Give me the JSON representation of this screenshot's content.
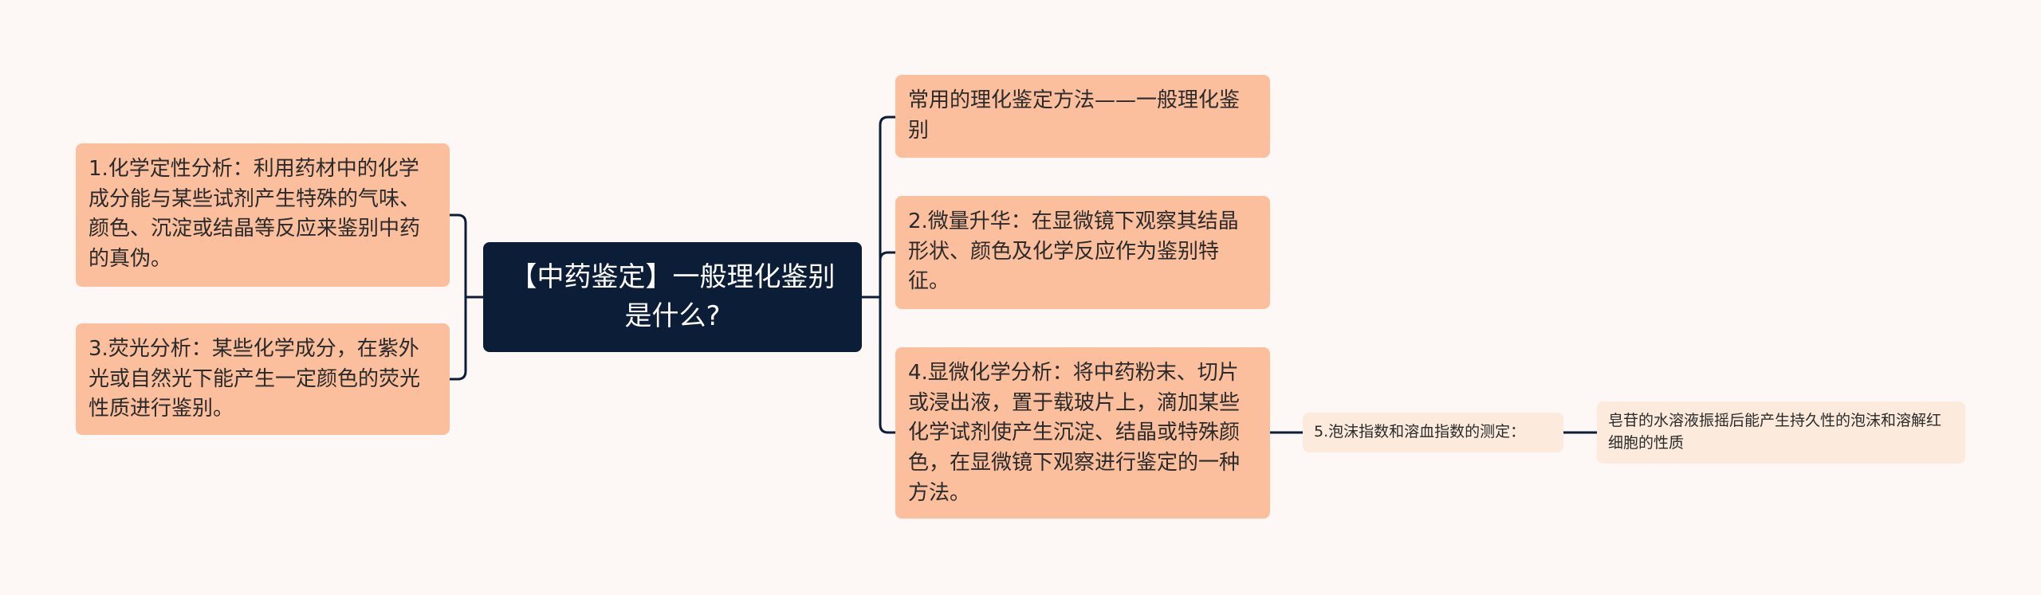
{
  "colors": {
    "background": "#fdf8f6",
    "root_fill": "#0c1d38",
    "root_text": "#ffffff",
    "branch_fill": "#fbbf9d",
    "leaf_fill": "#fcebdd",
    "connector": "#0c1d38"
  },
  "root": {
    "label": "【中药鉴定】一般理化鉴别是什么?"
  },
  "left_branches": [
    {
      "label": "1.化学定性分析：利用药材中的化学成分能与某些试剂产生特殊的气味、颜色、沉淀或结晶等反应来鉴别中药的真伪。"
    },
    {
      "label": "3.荧光分析：某些化学成分，在紫外光或自然光下能产生一定颜色的荧光性质进行鉴别。"
    }
  ],
  "right_branches": [
    {
      "label": "常用的理化鉴定方法——一般理化鉴别"
    },
    {
      "label": "2.微量升华：在显微镜下观察其结晶形状、颜色及化学反应作为鉴别特征。"
    },
    {
      "label": "4.显微化学分析：将中药粉末、切片或浸出液，置于载玻片上，滴加某些化学试剂使产生沉淀、结晶或特殊颜色，在显微镜下观察进行鉴定的一种方法。"
    }
  ],
  "sub_branch": {
    "label": "5.泡沫指数和溶血指数的测定：",
    "child": {
      "label": "皂苷的水溶液振摇后能产生持久性的泡沫和溶解红细胞的性质"
    }
  }
}
